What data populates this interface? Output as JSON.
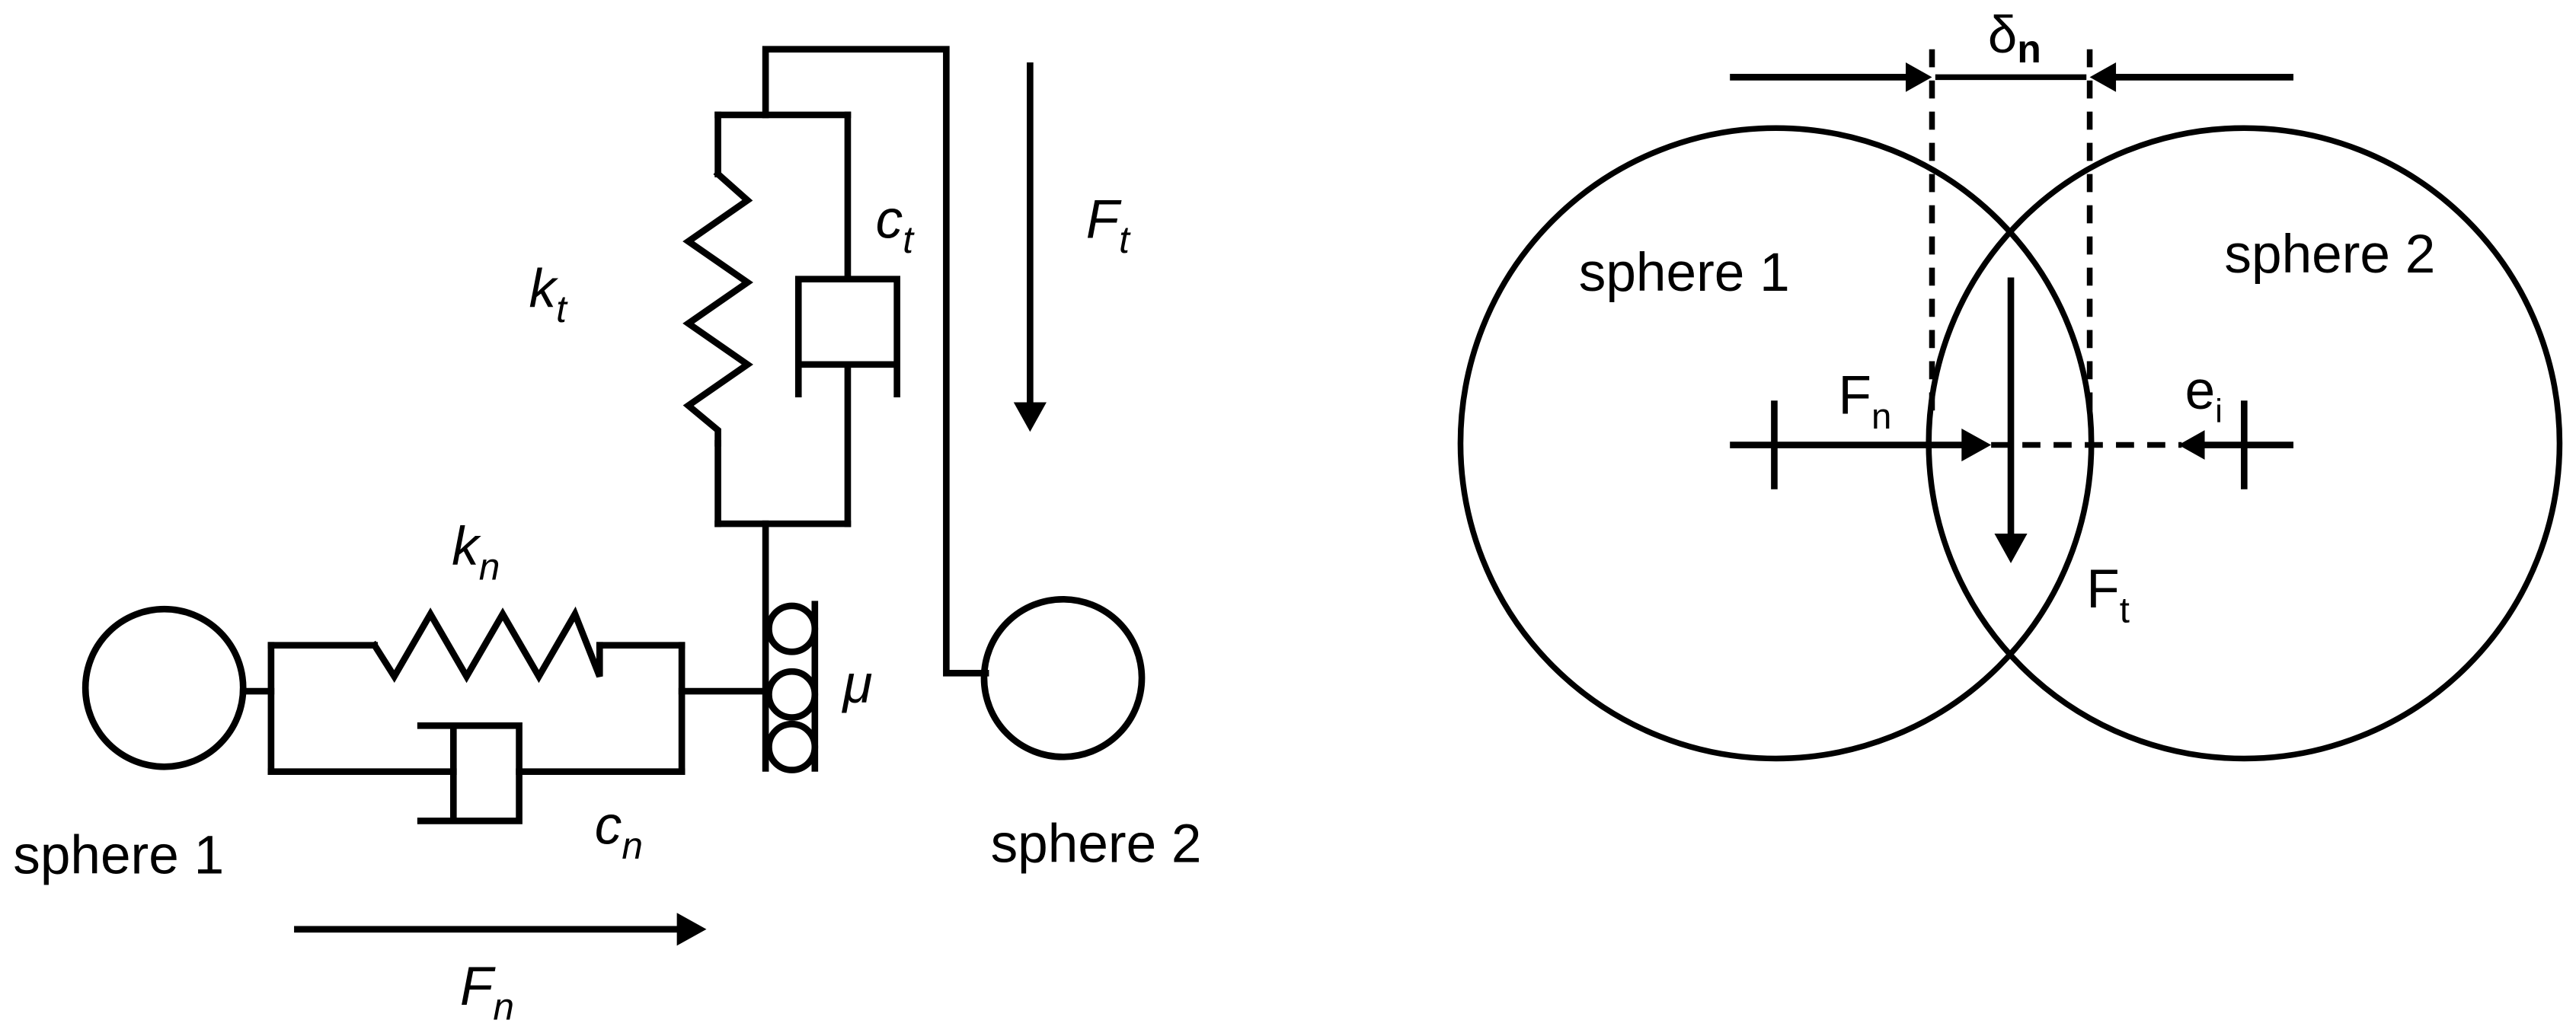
{
  "left_model": {
    "sphere1_label": "sphere 1",
    "sphere2_label": "sphere 2",
    "normal_spring": {
      "symbol": "k",
      "subscript": "n"
    },
    "normal_damper": {
      "symbol": "c",
      "subscript": "n"
    },
    "tangential_spring": {
      "symbol": "k",
      "subscript": "t"
    },
    "tangential_damper": {
      "symbol": "c",
      "subscript": "t"
    },
    "friction": {
      "symbol": "μ"
    },
    "normal_force": {
      "symbol": "F",
      "subscript": "n"
    },
    "tangential_force": {
      "symbol": "F",
      "subscript": "t"
    }
  },
  "right_overlap": {
    "sphere1_label": "sphere 1",
    "sphere2_label": "sphere 2",
    "overlap": {
      "symbol": "δ",
      "subscript": "n"
    },
    "normal_force": {
      "symbol": "F",
      "subscript": "n"
    },
    "tangential_force": {
      "symbol": "F",
      "subscript": "t"
    },
    "eccentricity": {
      "symbol": "e",
      "subscript": "i"
    }
  }
}
